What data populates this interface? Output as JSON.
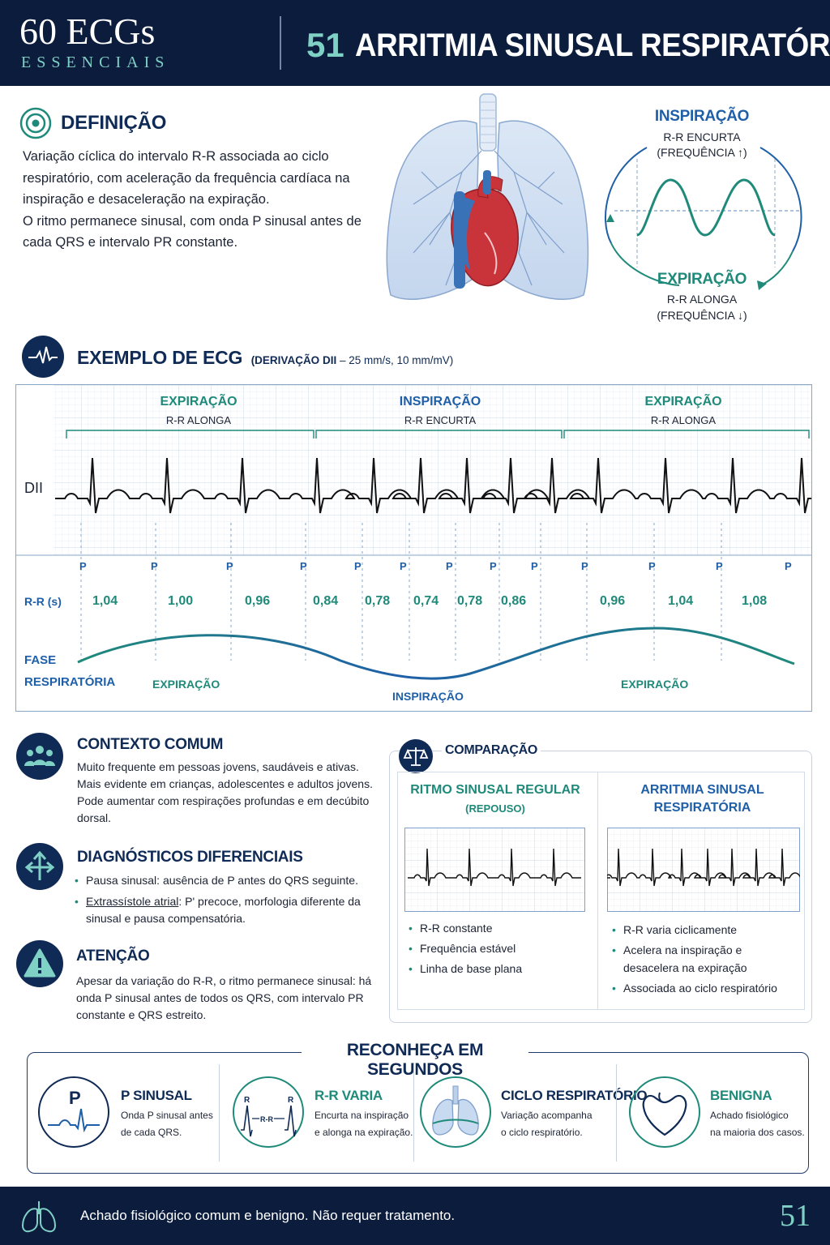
{
  "header": {
    "brand_title": "60 ECGs",
    "brand_sub": "ESSENCIAIS",
    "chapter_num": "51",
    "chapter_title": "ARRITMIA SINUSAL RESPIRATÓRIA"
  },
  "definition": {
    "heading": "DEFINIÇÃO",
    "p1": "Variação cíclica do intervalo R-R associada ao ciclo respiratório, com aceleração da frequência cardíaca na inspiração e desaceleração na expiração.",
    "p2": "O ritmo permanece sinusal, com onda P sinusal antes de cada QRS e intervalo PR constante."
  },
  "cycle": {
    "insp_title": "INSPIRAÇÃO",
    "insp_l1": "R-R ENCURTA",
    "insp_l2": "(FREQUÊNCIA ↑)",
    "exp_title": "EXPIRAÇÃO",
    "exp_l1": "R-R ALONGA",
    "exp_l2": "(FREQUÊNCIA ↓)"
  },
  "ecg": {
    "heading": "EXEMPLO DE ECG",
    "heading_sub_bold": "(DERIVAÇÃO DII",
    "heading_sub": " – 25 mm/s, 10 mm/mV)",
    "lead": "DII",
    "phase1_title": "EXPIRAÇÃO",
    "phase1_sub": "R-R ALONGA",
    "phase2_title": "INSPIRAÇÃO",
    "phase2_sub": "R-R ENCURTA",
    "phase3_title": "EXPIRAÇÃO",
    "phase3_sub": "R-R ALONGA",
    "p_label": "P",
    "rr_label": "R-R (s)",
    "rr_values": [
      "1,04",
      "1,00",
      "0,96",
      "0,84",
      "0,78",
      "0,74",
      "0,78",
      "0,86",
      "0,96",
      "1,04",
      "1,08"
    ],
    "phase_label_1": "FASE",
    "phase_label_2": "RESPIRATÓRIA",
    "wave_exp1": "EXPIRAÇÃO",
    "wave_insp": "INSPIRAÇÃO",
    "wave_exp2": "EXPIRAÇÃO"
  },
  "context": {
    "heading": "CONTEXTO COMUM",
    "text": "Muito frequente em pessoas jovens, saudáveis e ativas. Mais evidente em crianças, adolescentes e adultos jovens. Pode aumentar com respirações profundas e em decúbito dorsal."
  },
  "differentials": {
    "heading": "DIAGNÓSTICOS DIFERENCIAIS",
    "item1": "Pausa sinusal: ausência de P antes do QRS seguinte.",
    "item2_u": "Extrassístole atrial",
    "item2": ": P' precoce, morfologia diferente da sinusal e pausa compensatória."
  },
  "attention": {
    "heading": "ATENÇÃO",
    "text": "Apesar da variação do R-R, o ritmo permanece sinusal: há onda P sinusal antes de todos os QRS, com intervalo PR constante e QRS estreito."
  },
  "comparison": {
    "heading": "COMPARAÇÃO",
    "left_title": "RITMO SINUSAL REGULAR",
    "left_sub": "(REPOUSO)",
    "left_items": [
      "R-R constante",
      "Frequência estável",
      "Linha de base plana"
    ],
    "right_title_1": "ARRITMIA SINUSAL",
    "right_title_2": "RESPIRATÓRIA",
    "right_items": [
      "R-R varia ciclicamente",
      "Acelera na inspiração e desacelera na expiração",
      "Associada ao ciclo respiratório"
    ]
  },
  "recognize": {
    "heading": "RECONHEÇA EM SEGUNDOS",
    "items": [
      {
        "title": "P SINUSAL",
        "l1": "Onda P sinusal antes",
        "l2": "de cada QRS."
      },
      {
        "title": "R-R VARIA",
        "l1": "Encurta na inspiração",
        "l2": "e alonga na expiração."
      },
      {
        "title": "CICLO RESPIRATÓRIO",
        "l1": "Variação acompanha",
        "l2": "o ciclo respiratório."
      },
      {
        "title": "BENIGNA",
        "l1": "Achado fisiológico",
        "l2": "na maioria dos casos."
      }
    ],
    "icon_p": "P",
    "icon_r": "R",
    "icon_rr": "R-R"
  },
  "footer": {
    "text": "Achado fisiológico comum e benigno. Não requer tratamento.",
    "page": "51"
  },
  "colors": {
    "navy": "#0c1c3d",
    "blue": "#1f5fa8",
    "teal": "#1f8a7a",
    "mint": "#7fd0c5",
    "red": "#c8343a"
  }
}
